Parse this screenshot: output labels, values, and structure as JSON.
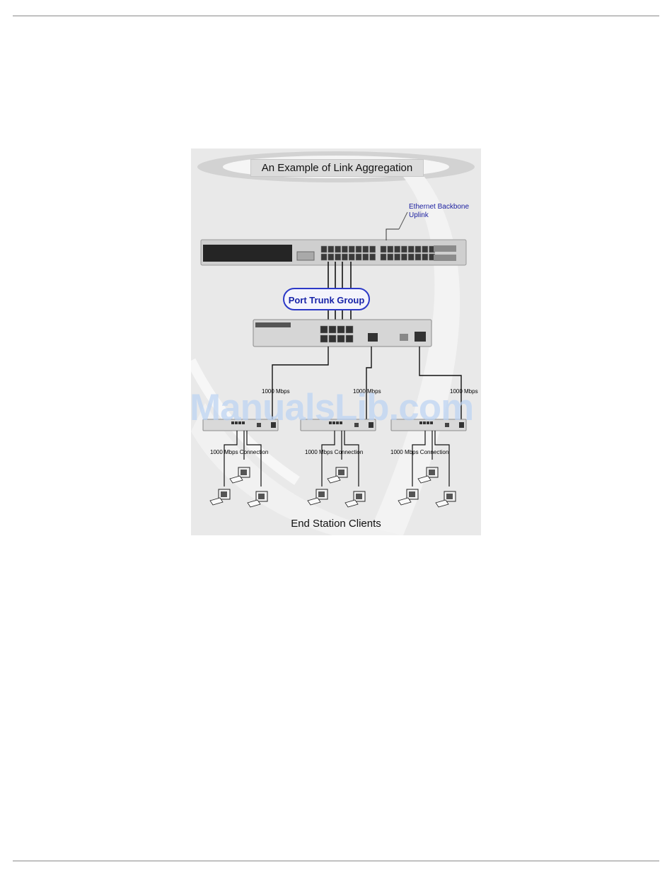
{
  "diagram": {
    "title": "An Example of Link Aggregation",
    "backbone_label_line1": "Ethernet Backbone",
    "backbone_label_line2": "Uplink",
    "trunk_label": "Port Trunk Group",
    "link_speeds": [
      "1000 Mbps",
      "1000 Mbps",
      "1000 Mbps"
    ],
    "client_connections": [
      "1000 Mbps Connection",
      "1000 Mbps Connection",
      "1000 Mbps Connection"
    ],
    "footer_label": "End Station Clients"
  },
  "watermark": "ManualsLib.com",
  "colors": {
    "trunk_border": "#2b38c7",
    "trunk_text": "#1824a8",
    "uplink_text": "#1b1fa0",
    "watermark": "#bcd4f4"
  }
}
